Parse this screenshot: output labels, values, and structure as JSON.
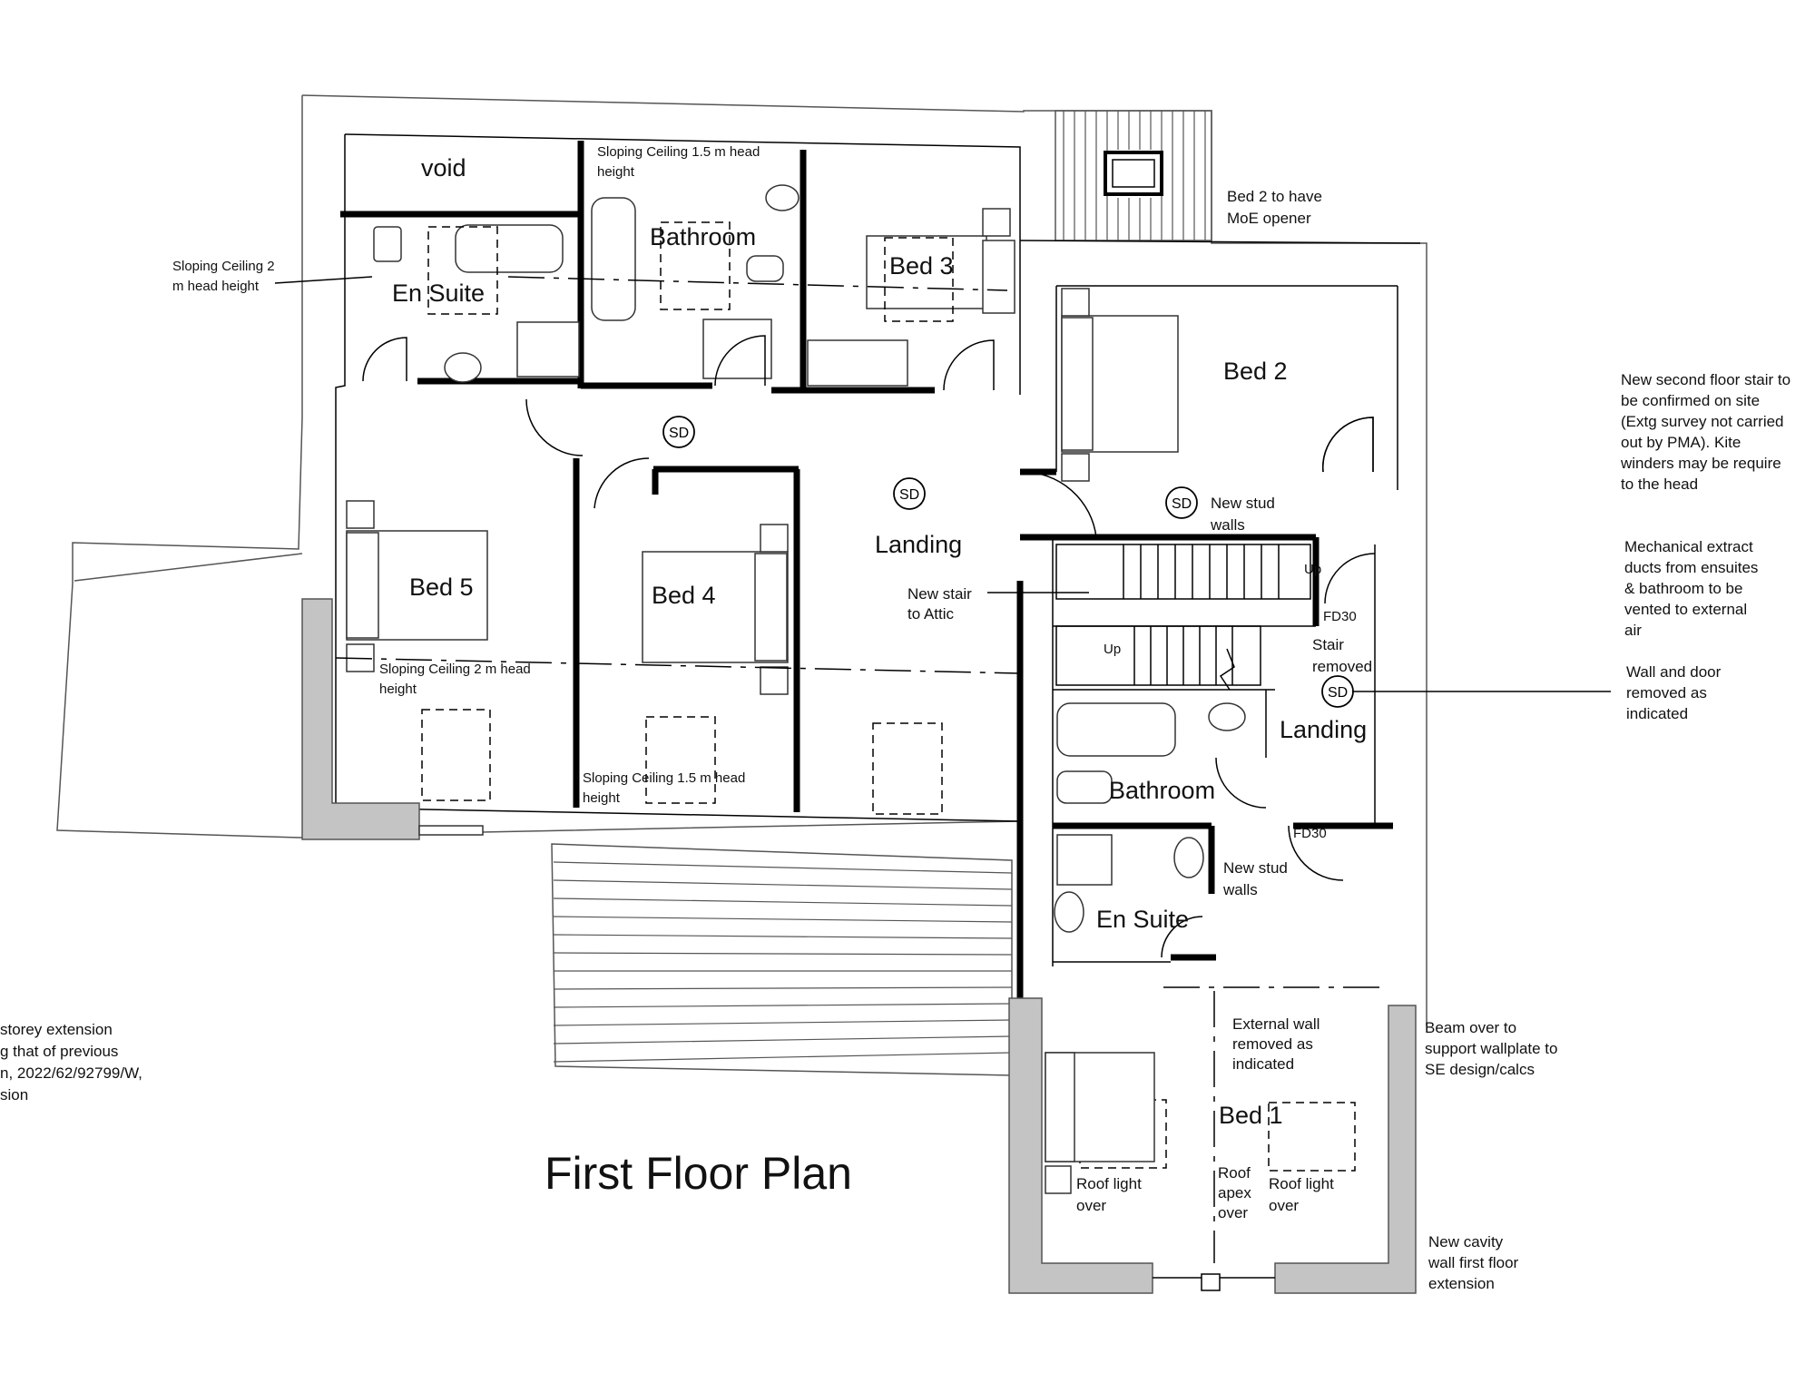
{
  "title": "First Floor Plan",
  "rooms": {
    "void": "void",
    "en_suite_top": "En Suite",
    "bathroom_top": "Bathroom",
    "bed3": "Bed 3",
    "bed2": "Bed 2",
    "bed5": "Bed 5",
    "bed4": "Bed 4",
    "landing_main": "Landing",
    "landing_right": "Landing",
    "bathroom_right": "Bathroom",
    "en_suite_right": "En Suite",
    "bed1": "Bed 1"
  },
  "door_labels": {
    "fd30_upper": "FD30",
    "fd30_lower": "FD30",
    "up_upper": "Up",
    "up_lower": "Up"
  },
  "smoke_detector": "SD",
  "annotations": {
    "sloping_1_5_top": [
      "Sloping Ceiling 1.5 m head",
      "height"
    ],
    "sloping_2_left": [
      "Sloping Ceiling 2",
      "m head height"
    ],
    "bed2_moe": [
      "Bed 2 to have",
      "MoE opener"
    ],
    "new_stud_walls_top": [
      "New stud",
      "walls"
    ],
    "new_stair_attic": [
      "New stair",
      "to Attic"
    ],
    "stair_removed": [
      "Stair",
      "removed"
    ],
    "sloping_2_bed5": [
      "Sloping Ceiling 2 m head",
      "height"
    ],
    "sloping_1_5_bed4": [
      "Sloping Ceiling 1.5 m head",
      "height"
    ],
    "new_stud_walls_lower": [
      "New stud",
      "walls"
    ],
    "external_wall_removed": [
      "External wall",
      "removed as",
      "indicated"
    ],
    "roof_light_left": [
      "Roof light",
      "over"
    ],
    "roof_apex": [
      "Roof",
      "apex",
      "over"
    ],
    "roof_light_right": [
      "Roof light",
      "over"
    ]
  },
  "side_notes": {
    "second_floor_stair": [
      "New second floor stair to",
      "be confirmed on site",
      "(Extg survey not carried",
      "out by PMA).  Kite",
      "winders may be require",
      "to the head"
    ],
    "mechanical_extract": [
      "Mechanical extract",
      "ducts from ensuites",
      "& bathroom to be",
      "vented to external",
      "air"
    ],
    "wall_door_removed": [
      "Wall and door",
      "removed as",
      "indicated"
    ],
    "beam_over": [
      "Beam over to",
      "support wallplate to",
      "SE design/calcs"
    ],
    "new_cavity_wall": [
      "New cavity",
      "wall first floor",
      "extension"
    ],
    "storey_extension": [
      "storey extension",
      "g that of previous",
      "n, 2022/62/92799/W,",
      "sion"
    ]
  }
}
